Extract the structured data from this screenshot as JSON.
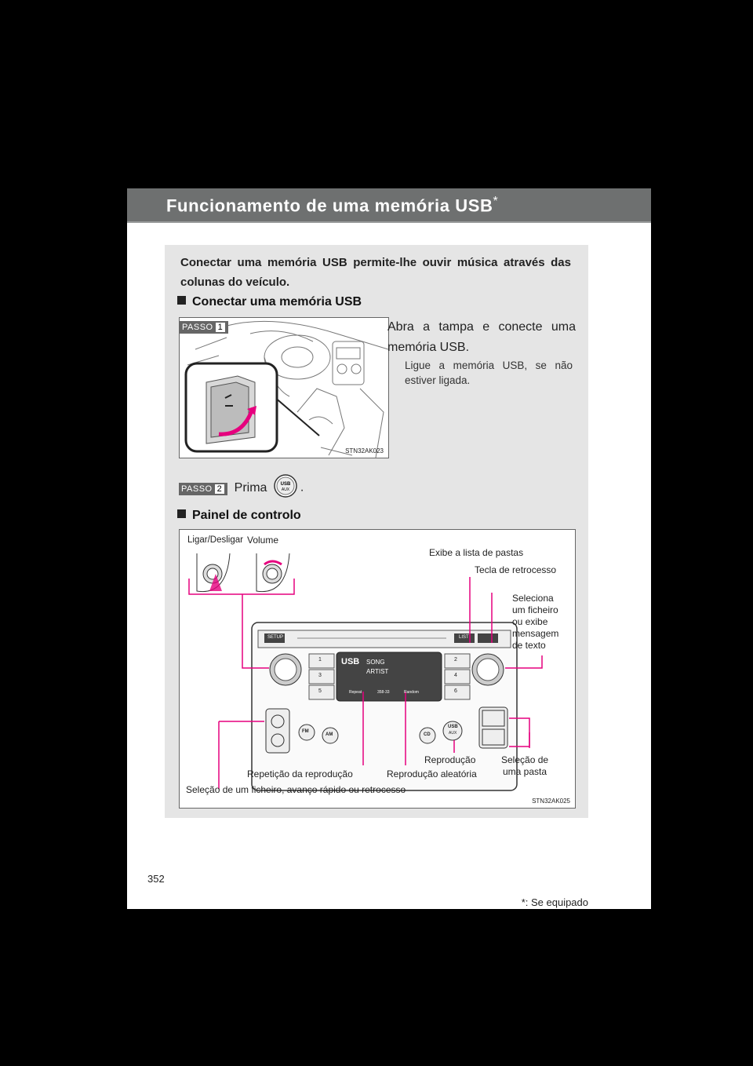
{
  "header": {
    "title": "Funcionamento de uma memória USB",
    "asterisk": "*"
  },
  "intro": "Conectar uma memória USB permite-lhe ouvir música através das colunas do veículo.",
  "section1": "Conectar uma memória USB",
  "step1": {
    "badge": "PASSO",
    "num": "1",
    "text": "Abra a tampa e conecte uma memória USB.",
    "note": "Ligue a memória USB, se não estiver ligada.",
    "fig_code": "STN32AK023"
  },
  "step2": {
    "badge": "PASSO",
    "num": "2",
    "text": "Prima",
    "end": ".",
    "button": {
      "line1": "USB",
      "line2": "AUX"
    }
  },
  "section2": "Painel de controlo",
  "panel_fig": {
    "fig_code": "STN32AK025",
    "labels": {
      "power": "Ligar/Desligar",
      "volume": "Volume",
      "folder_list": "Exibe a lista de pastas",
      "back_key": "Tecla de retrocesso",
      "select": [
        "Seleciona",
        "um ficheiro",
        "ou exibe",
        "mensagem",
        "de texto"
      ],
      "playback": "Reprodução",
      "folder_select": [
        "Seleção de",
        "uma pasta"
      ],
      "repeat": "Repetição da reprodução",
      "random": "Reprodução aleatória",
      "file_select": "Seleção de um ficheiro, avanço rápido ou retrocesso"
    },
    "unit": {
      "setup": "SETUP",
      "list": "LIST",
      "fm": "FM",
      "am": "AM",
      "cd": "CD",
      "usb": "USB",
      "aux": "AUX",
      "presets": [
        "1",
        "2",
        "3",
        "4",
        "5",
        "6"
      ],
      "display": {
        "source": "USB",
        "song": "SONG",
        "artist": "ARTIST",
        "repeat": "Repeat",
        "track": "358-33",
        "random": "Random"
      }
    }
  },
  "footnote": ": Se equipado",
  "footnote_mark": "*",
  "page_number": "352"
}
